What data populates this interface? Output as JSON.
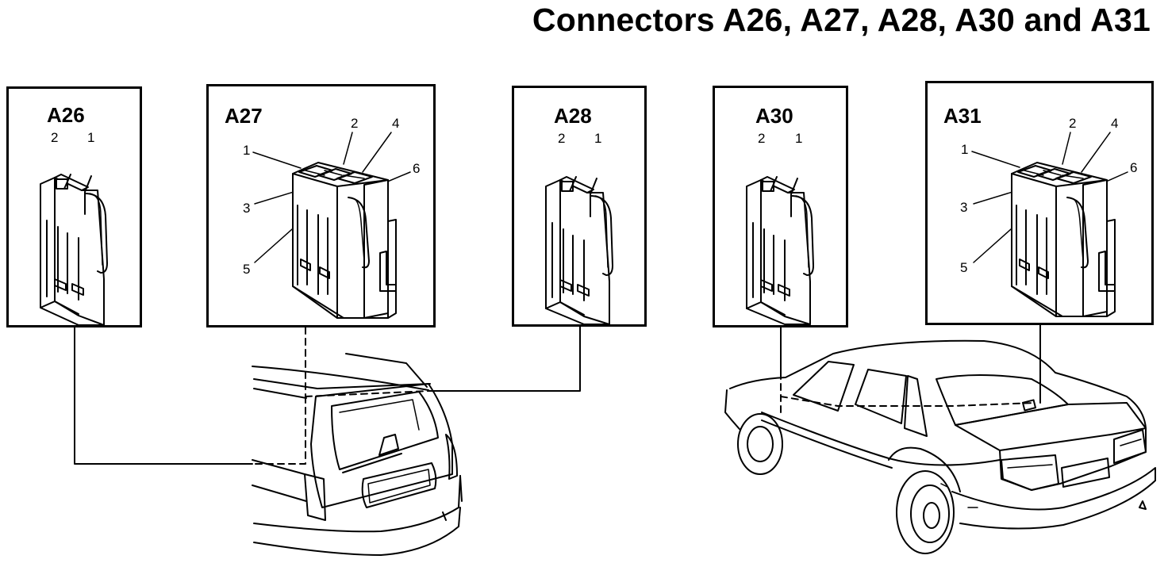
{
  "title": "Connectors A26, A27, A28, A30 and A31",
  "connectors": [
    {
      "id": "a26",
      "label": "A26",
      "pins": [
        "2",
        "1"
      ]
    },
    {
      "id": "a27",
      "label": "A27",
      "pins": [
        "1",
        "2",
        "4",
        "6",
        "3",
        "5"
      ]
    },
    {
      "id": "a28",
      "label": "A28",
      "pins": [
        "2",
        "1"
      ]
    },
    {
      "id": "a30",
      "label": "A30",
      "pins": [
        "2",
        "1"
      ]
    },
    {
      "id": "a31",
      "label": "A31",
      "pins": [
        "1",
        "2",
        "4",
        "6",
        "3",
        "5"
      ]
    }
  ],
  "vehicles": [
    {
      "id": "estate",
      "icon": "estate-car-rear-icon"
    },
    {
      "id": "sedan",
      "icon": "sedan-car-rear-icon"
    }
  ]
}
